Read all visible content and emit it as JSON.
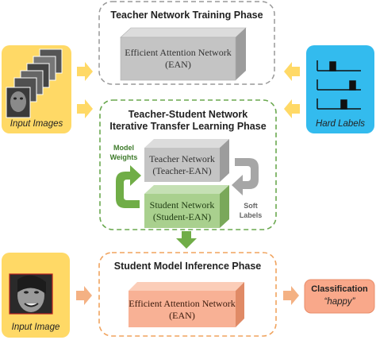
{
  "phases": {
    "training": {
      "title": "Teacher Network Training Phase",
      "block_line1": "Efficient Attention Network",
      "block_line2": "(EAN)"
    },
    "transfer": {
      "title_line1": "Teacher-Student  Network",
      "title_line2": "Iterative Transfer Learning Phase",
      "teacher_line1": "Teacher Network",
      "teacher_line2": "(Teacher-EAN)",
      "student_line1": "Student Network",
      "student_line2": "(Student-EAN)",
      "model_weights_line1": "Model",
      "model_weights_line2": "Weights",
      "soft_labels_line1": "Soft",
      "soft_labels_line2": "Labels"
    },
    "inference": {
      "title": "Student Model Inference Phase",
      "block_line1": "Efficient Attention Network",
      "block_line2": "(EAN)"
    }
  },
  "inputs": {
    "input_images_label": "Input Images",
    "input_image_label": "Input Image",
    "hard_labels_label": "Hard Labels"
  },
  "output": {
    "title": "Classification",
    "value": "“happy”"
  },
  "colors": {
    "gray_block": "#c4c4c4",
    "green_block": "#a9d08e",
    "salmon_block": "#f8b195",
    "green_dash": "#6aa84f",
    "orange_dash": "#f0a35e",
    "gray_dash": "#999999",
    "yellow_box": "#ffd966",
    "blue_box": "#33bbee",
    "output_box": "#f9a88a",
    "yellow_arrow": "#ffd966",
    "green_arrow": "#70ad47",
    "gray_arrow": "#a6a6a6",
    "orange_arrow": "#f4b183"
  }
}
